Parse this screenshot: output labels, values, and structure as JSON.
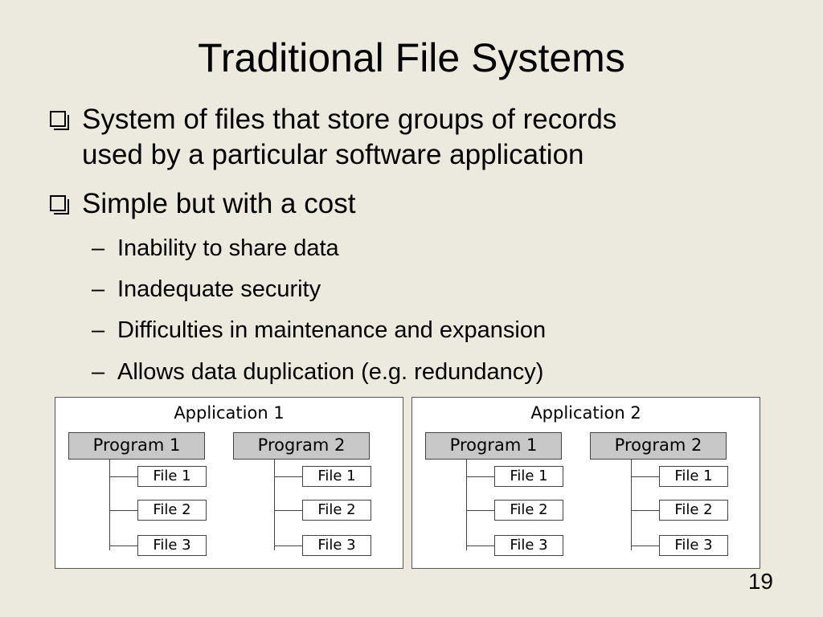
{
  "slide": {
    "title": "Traditional File Systems",
    "page_number": "19"
  },
  "bullets": [
    {
      "line1": "System of files that store groups of records",
      "line2": "used by a particular software application"
    },
    {
      "line1": "Simple but with a cost",
      "sub": [
        "Inability to share data",
        "Inadequate security",
        "Difficulties in maintenance and expansion",
        "Allows data duplication (e.g. redundancy)"
      ]
    }
  ],
  "diagram": {
    "applications": [
      {
        "label": "Application 1",
        "programs": [
          {
            "label": "Program 1",
            "files": [
              "File 1",
              "File 2",
              "File 3"
            ]
          },
          {
            "label": "Program 2",
            "files": [
              "File 1",
              "File 2",
              "File 3"
            ]
          }
        ]
      },
      {
        "label": "Application 2",
        "programs": [
          {
            "label": "Program 1",
            "files": [
              "File 1",
              "File 2",
              "File 3"
            ]
          },
          {
            "label": "Program 2",
            "files": [
              "File 1",
              "File 2",
              "File 3"
            ]
          }
        ]
      }
    ]
  },
  "dash": "–"
}
